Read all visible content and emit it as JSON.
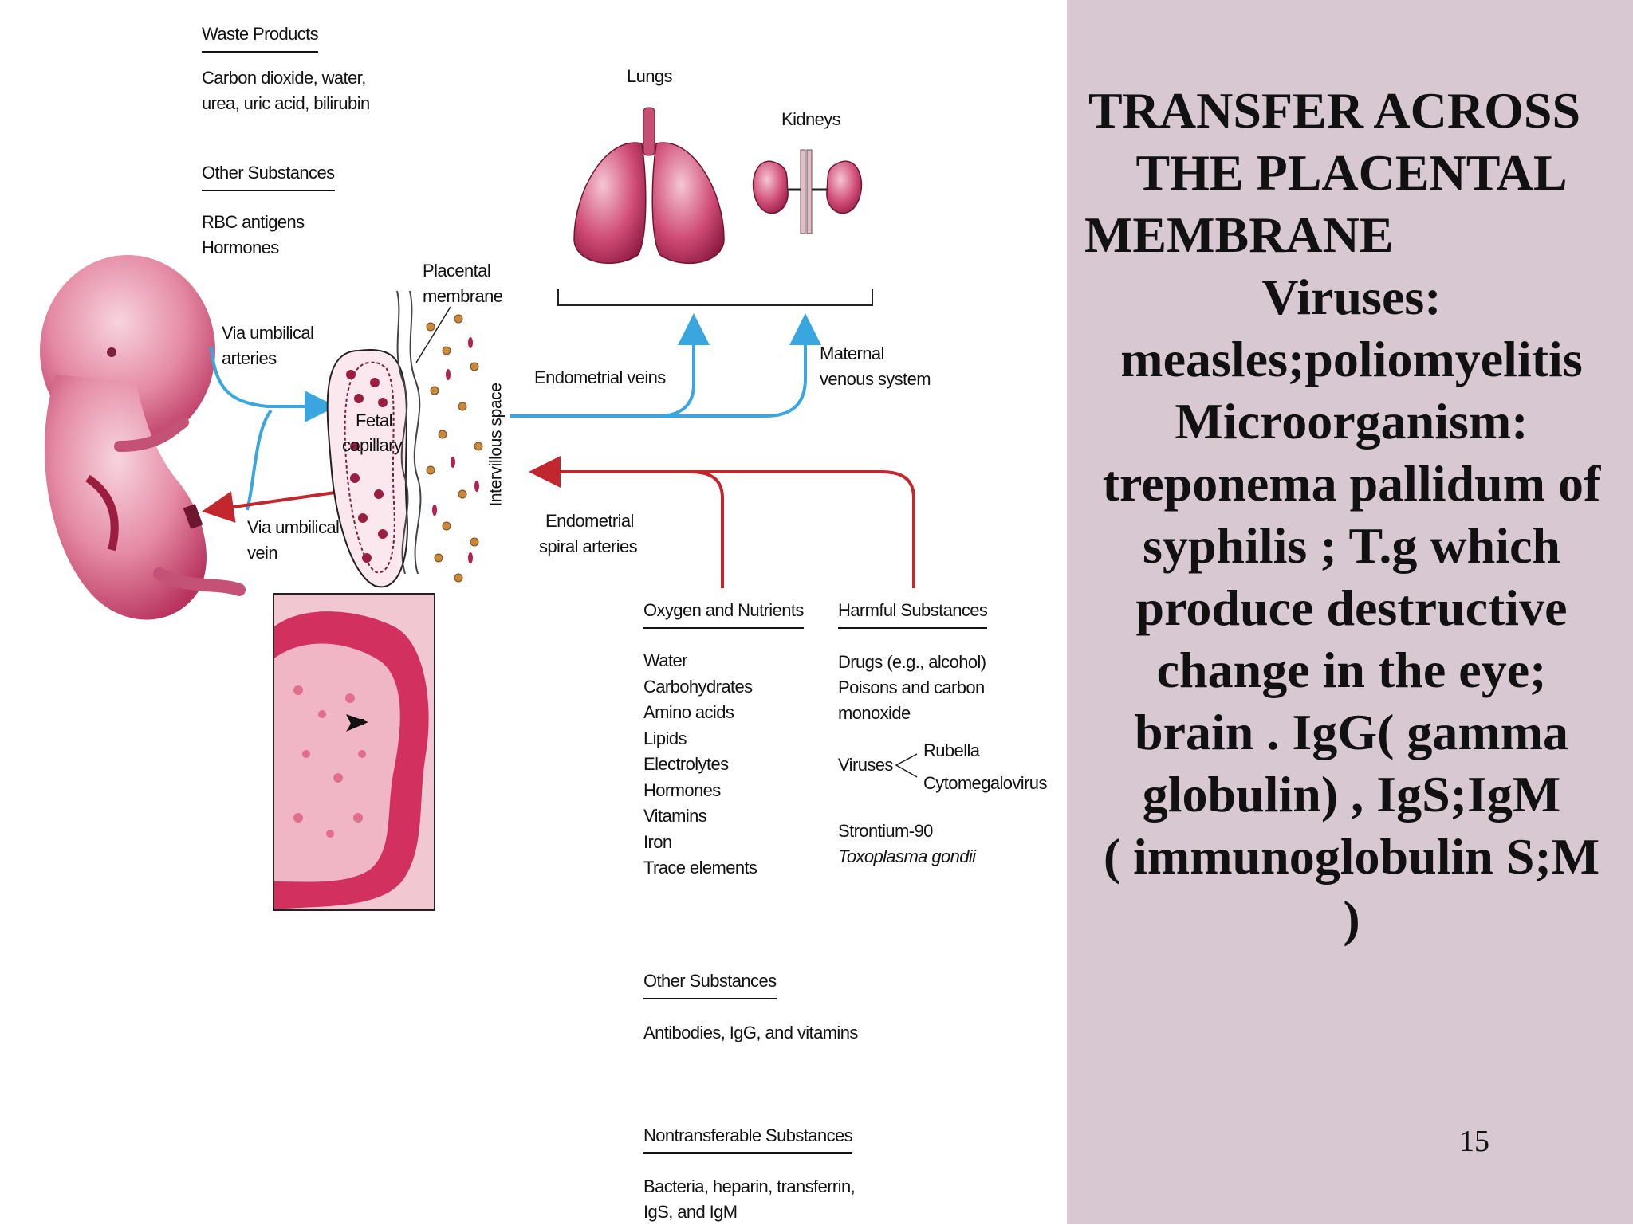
{
  "figure": {
    "waste": {
      "heading": "Waste Products",
      "lines": [
        "Carbon dioxide, water,",
        "urea, uric acid, bilirubin"
      ]
    },
    "other_top": {
      "heading": "Other Substances",
      "lines": [
        "RBC antigens",
        "Hormones"
      ]
    },
    "labels": {
      "placental_membrane": [
        "Placental",
        "membrane"
      ],
      "via_umbilical_arteries": [
        "Via umbilical",
        "arteries"
      ],
      "via_umbilical_vein": [
        "Via umbilical",
        "vein"
      ],
      "fetal_capillary": [
        "Fetal",
        "capillary"
      ],
      "intervillous_space": "Intervillous space",
      "lungs": "Lungs",
      "kidneys": "Kidneys",
      "endometrial_veins": "Endometrial veins",
      "maternal_venous_system": [
        "Maternal",
        "venous system"
      ],
      "endometrial_spiral_arteries": [
        "Endometrial",
        "spiral arteries"
      ]
    },
    "oxygen_nutrients": {
      "heading": "Oxygen and Nutrients",
      "items": [
        "Water",
        "Carbohydrates",
        "Amino acids",
        "Lipids",
        "Electrolytes",
        "Hormones",
        "Vitamins",
        "Iron",
        "Trace elements"
      ]
    },
    "harmful": {
      "heading": "Harmful Substances",
      "lines": [
        "Drugs (e.g., alcohol)",
        "Poisons and carbon",
        "monoxide"
      ],
      "viruses_label": "Viruses",
      "viruses": [
        "Rubella",
        "Cytomegalovirus"
      ],
      "strontium": "Strontium-90",
      "toxoplasma": "Toxoplasma gondii"
    },
    "other_bottom": {
      "heading": "Other Substances",
      "line": "Antibodies, IgG, and vitamins"
    },
    "nontransferable": {
      "heading": "Nontransferable Substances",
      "lines": [
        "Bacteria, heparin, transferrin,",
        "IgS, and IgM"
      ]
    }
  },
  "slide": {
    "title_lines": [
      "TRANSFER ACROSS",
      "THE PLACENTAL",
      "MEMBRANE",
      "Viruses:",
      "measles;poliomyelitis",
      "Microorganism:",
      "treponema pallidum of",
      "syphilis ; T.g which",
      "produce destructive",
      "change in the eye;",
      "brain . IgG( gamma",
      "globulin) , IgS;IgM",
      "( immunoglobulin S;M",
      ")"
    ],
    "page_number": "15"
  },
  "colors": {
    "panel_background": "#d8c8d2",
    "artery_blue": "#3aa6e0",
    "vein_red": "#c1272d",
    "tissue_pink": "#d8577e"
  }
}
